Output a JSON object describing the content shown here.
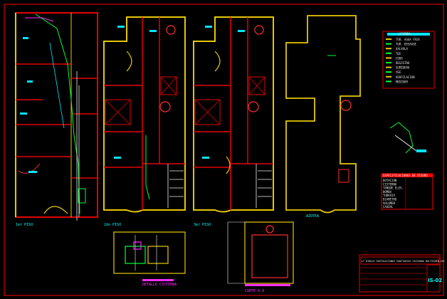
{
  "sheet": {
    "sheet_number": "IS-02",
    "title_block_text": "LT DIBUJO INSTALACIONES SANITARIAS VIVIENDA MULTIFAMILIAR",
    "colors": {
      "background": "#000000",
      "frame": "#ff0000",
      "walls": "#e6c800",
      "walls_alt": "#d4a000",
      "pipes_green": "#00ff3c",
      "pipes_cyan": "#00e5ff",
      "pipes_white": "#f0f0f0",
      "magenta": "#ff2cff",
      "labels_cyan": "#00ffff"
    }
  },
  "plans": {
    "plan1_label": "1er PISO",
    "plan2_label": "2do PISO",
    "plan3_label": "3er PISO",
    "plan4_label": "AZOTEA"
  },
  "details": {
    "detail1_label": "DETALLE CISTERNA",
    "detail2_label": "CORTE A-A"
  },
  "legend": {
    "title": "LEYENDA",
    "rows": [
      "TUB. AGUA FRIA",
      "TUB. DESAGUE",
      "VALVULA",
      "TEE",
      "CODO",
      "REGISTRO",
      "SUMIDERO",
      "YEE",
      "VENTILACION",
      "MEDIDOR"
    ]
  },
  "specs": {
    "title": "ESPECIFICACIONES DE DISEÑO",
    "rows": [
      "DOTACION",
      "CISTERNA",
      "TANQUE ELEV.",
      "BOMBA",
      "TUBERIA",
      "DIAMETRO",
      "VOLUMEN",
      "CAUDAL"
    ]
  }
}
